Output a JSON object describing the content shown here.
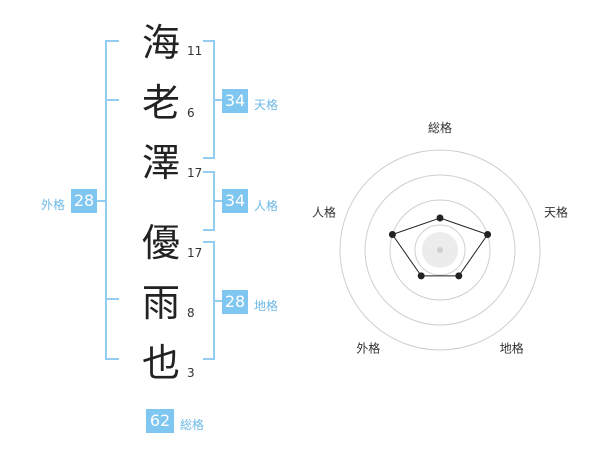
{
  "characters": [
    {
      "char": "海",
      "strokes": "11"
    },
    {
      "char": "老",
      "strokes": "6"
    },
    {
      "char": "澤",
      "strokes": "17"
    },
    {
      "char": "優",
      "strokes": "17"
    },
    {
      "char": "雨",
      "strokes": "8"
    },
    {
      "char": "也",
      "strokes": "3"
    }
  ],
  "kakusu": {
    "tenkaku": {
      "value": "34",
      "label": "天格"
    },
    "jinkaku": {
      "value": "34",
      "label": "人格"
    },
    "chikaku": {
      "value": "28",
      "label": "地格"
    },
    "gaikaku": {
      "value": "28",
      "label": "外格"
    },
    "soukaku": {
      "value": "62",
      "label": "総格"
    }
  },
  "chart_data": {
    "type": "radar",
    "axes": [
      "総格",
      "天格",
      "地格",
      "外格",
      "人格"
    ],
    "values": [
      0.32,
      0.5,
      0.32,
      0.32,
      0.5
    ],
    "scale_max": 1.0,
    "rings": 4
  },
  "colors": {
    "accent": "#7fc6f0",
    "bracket": "#93cdf0",
    "label": "#6bb8e6"
  }
}
